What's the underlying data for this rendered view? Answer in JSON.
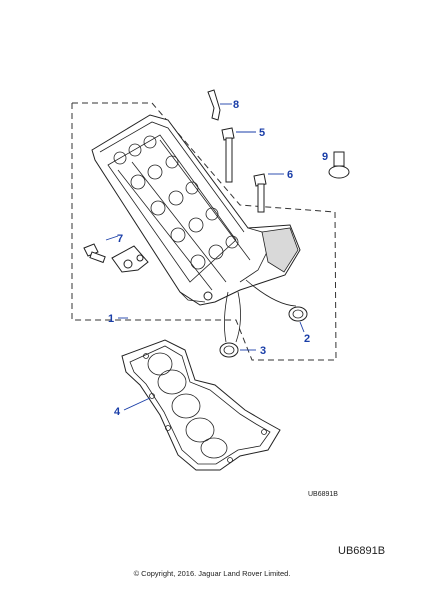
{
  "callouts": [
    {
      "id": "1",
      "label": "1"
    },
    {
      "id": "2",
      "label": "2"
    },
    {
      "id": "3",
      "label": "3"
    },
    {
      "id": "4",
      "label": "4"
    },
    {
      "id": "5",
      "label": "5"
    },
    {
      "id": "6",
      "label": "6"
    },
    {
      "id": "7",
      "label": "7"
    },
    {
      "id": "8",
      "label": "8"
    },
    {
      "id": "9",
      "label": "9"
    }
  ],
  "diagram_ref_small": "UB6891B",
  "diagram_ref_large": "UB6891B",
  "copyright": "© Copyright, 2016. Jaguar Land Rover Limited.",
  "colors": {
    "callout": "#1a3ea8",
    "line": "#222222"
  }
}
